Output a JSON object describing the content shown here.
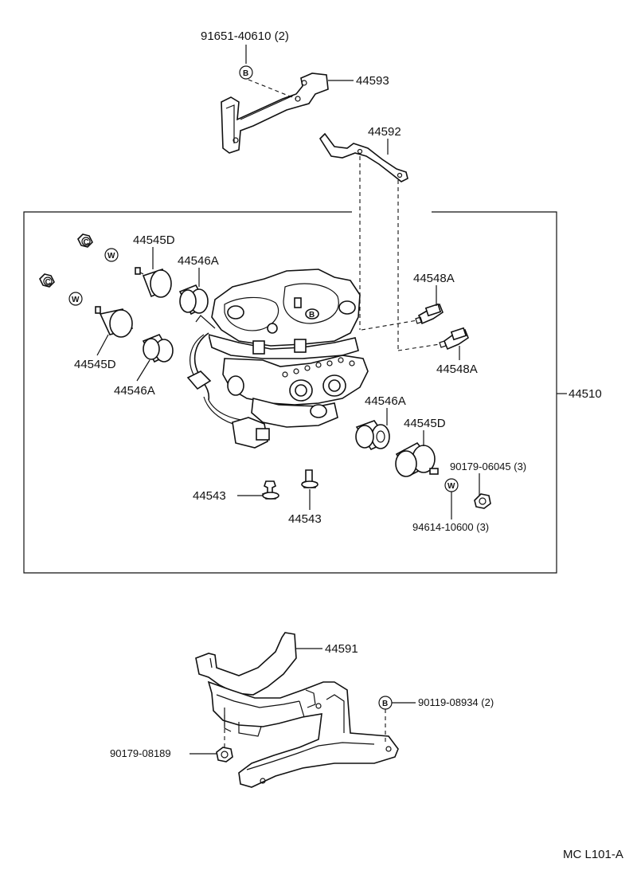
{
  "diagram_code": "MC L101-A",
  "symbols": {
    "B": "B",
    "C": "C",
    "W": "W"
  },
  "labels": {
    "p91651": "91651-40610 (2)",
    "p44593": "44593",
    "p44592": "44592",
    "p44510": "44510",
    "p44545d_a": "44545D",
    "p44546a_a": "44546A",
    "p44545d_b": "44545D",
    "p44546a_b": "44546A",
    "p44548a_a": "44548A",
    "p44548a_b": "44548A",
    "p44546a_c": "44546A",
    "p44545d_c": "44545D",
    "p90179_06045": "90179-06045 (3)",
    "p94614": "94614-10600 (3)",
    "p44543_a": "44543",
    "p44543_b": "44543",
    "p44591": "44591",
    "p90119": "90119-08934 (2)",
    "p90179_08189": "90179-08189"
  }
}
